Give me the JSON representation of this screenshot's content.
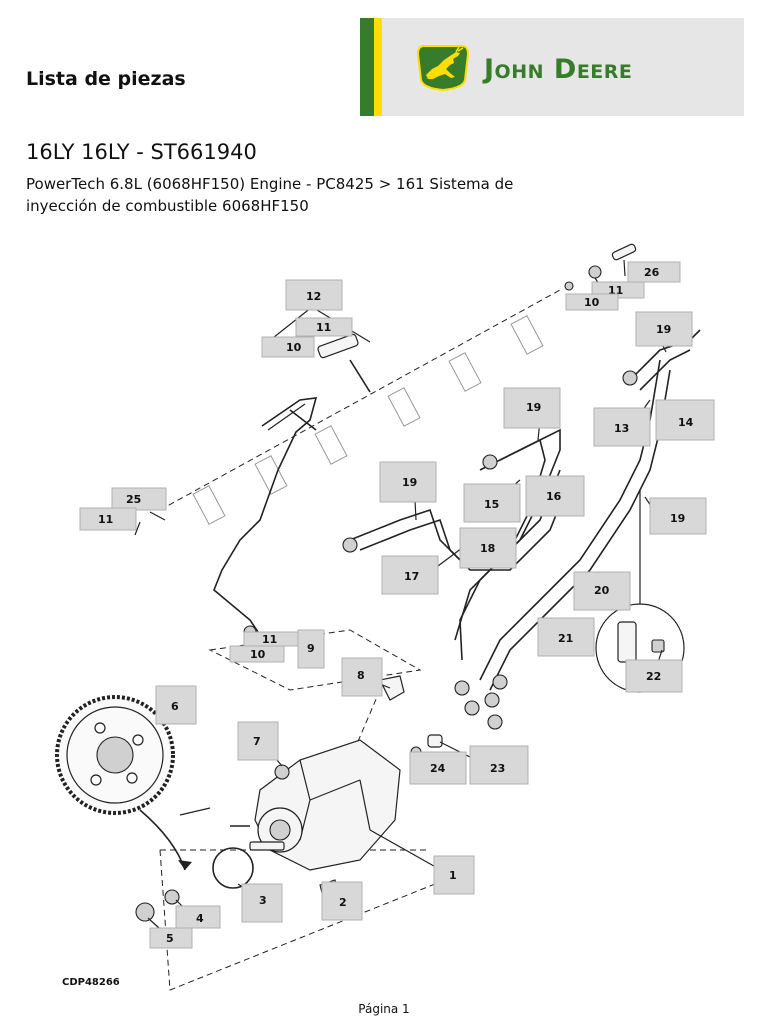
{
  "header": {
    "list_title": "Lista de piezas",
    "brand": "John Deere"
  },
  "document": {
    "id_line": "16LY 16LY - ST661940",
    "description": "PowerTech 6.8L (6068HF150) Engine - PC8425 > 161 Sistema de inyección de combustible 6068HF150"
  },
  "diagram": {
    "figure_code": "CDP48266",
    "callouts": [
      "26",
      "11",
      "10",
      "12",
      "11",
      "10",
      "19",
      "13",
      "14",
      "19",
      "15",
      "16",
      "19",
      "19",
      "18",
      "17",
      "25",
      "11",
      "20",
      "21",
      "11",
      "10",
      "9",
      "22",
      "8",
      "6",
      "7",
      "24",
      "23",
      "1",
      "3",
      "2",
      "4",
      "5"
    ]
  },
  "footer": {
    "page_label": "Página 1"
  },
  "colors": {
    "brand_green": "#367c2b",
    "brand_yellow": "#ffde00"
  }
}
